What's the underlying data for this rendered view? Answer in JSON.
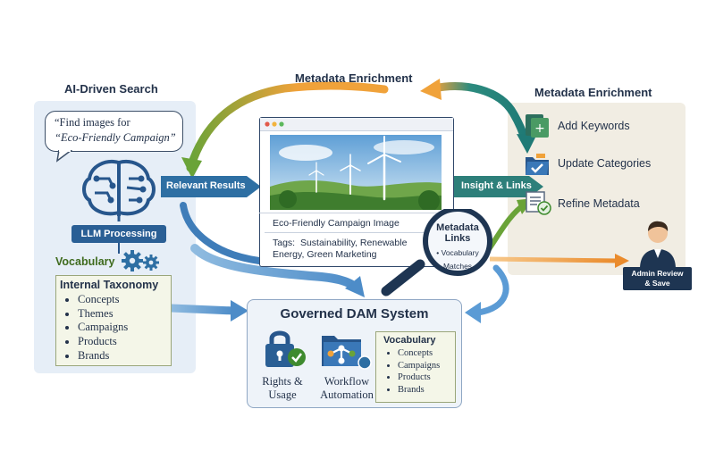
{
  "left": {
    "title": "AI-Driven Search",
    "query_line1": "“Find images for",
    "query_line2": "“Eco-Friendly Campaign”",
    "llm_label": "LLM Processing",
    "vocabulary_label": "Vocabulary",
    "taxonomy": {
      "title": "Internal Taxonomy",
      "items": [
        "Concepts",
        "Themes",
        "Campaigns",
        "Products",
        "Brands"
      ]
    },
    "icons": [
      "brain-icon",
      "gear-icon"
    ]
  },
  "top_arc": {
    "title": "Metadata Enrichment"
  },
  "flow": {
    "relevant_results": "Relevant Results",
    "insight_links": "Insight & Links"
  },
  "center": {
    "image_caption": "Eco-Friendly Campaign Image",
    "tags_label": "Tags:",
    "tags_text": "Sustainability, Renewable Energy, Green Marketing",
    "magnifier_title_1": "Metadata",
    "magnifier_title_2": "Links",
    "magnifier_sub_1": "• Vocabulary",
    "magnifier_sub_2": "Matches"
  },
  "right": {
    "title": "Metadata Enrichment",
    "steps": [
      "Add Keywords",
      "Update Categories",
      "Refine Metadata"
    ],
    "admin_line1": "Admin Review",
    "admin_line2": "& Save"
  },
  "dam": {
    "title": "Governed DAM System",
    "rights_1": "Rights &",
    "rights_2": "Usage",
    "workflow_1": "Workflow",
    "workflow_2": "Automation",
    "vocab_title": "Vocabulary",
    "vocab_items": [
      "Concepts",
      "Campaigns",
      "Products",
      "Brands"
    ]
  },
  "colors": {
    "navy": "#23324a",
    "blue": "#2e6fa3",
    "green": "#6aa338",
    "teal": "#1f8a7a",
    "orange": "#f0a23a",
    "check_green": "#3e8a2e"
  }
}
